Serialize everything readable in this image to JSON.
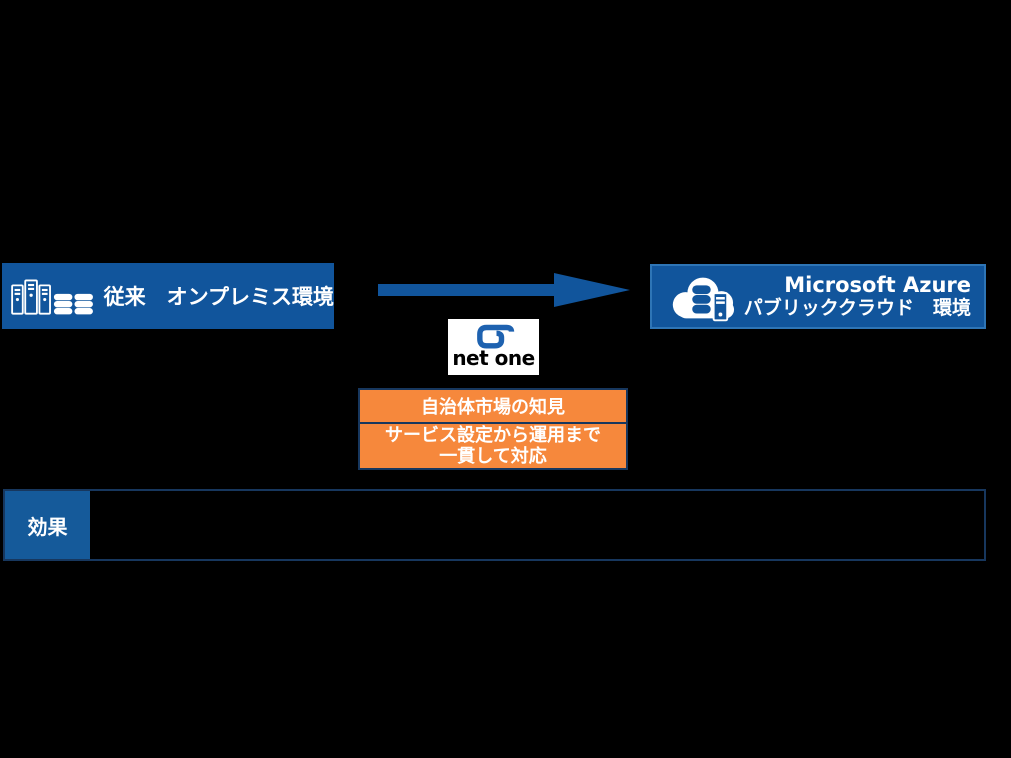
{
  "diagram": {
    "left_box": {
      "label": "従来　オンプレミス環境"
    },
    "right_box": {
      "title": "Microsoft Azure",
      "subtitle": "パブリッククラウド　環境"
    },
    "logo": {
      "text": "net one"
    },
    "capabilities": {
      "row1": "自治体市場の知見",
      "row2_line1": "サービス設定から運用まで",
      "row2_line2": "一貫して対応"
    },
    "effect": {
      "label": "効果"
    },
    "icons": {
      "left_box_icon": "server-and-database-icon",
      "right_box_icon": "cloud-with-database-and-server-icon",
      "arrow": "arrow-right-icon",
      "logo_mark": "netone-g-mark"
    },
    "colors": {
      "background": "#000000",
      "box_blue": "#11559C",
      "right_box_border": "#2E75B6",
      "arrow_blue": "#11559C",
      "orange": "#F6883C",
      "navy_border": "#17375E",
      "effect_label_blue": "#155A9A",
      "logo_blue": "#1E62B0",
      "logo_background": "#FFFFFF",
      "text_white": "#FFFFFF",
      "logo_text_black": "#000000"
    }
  }
}
